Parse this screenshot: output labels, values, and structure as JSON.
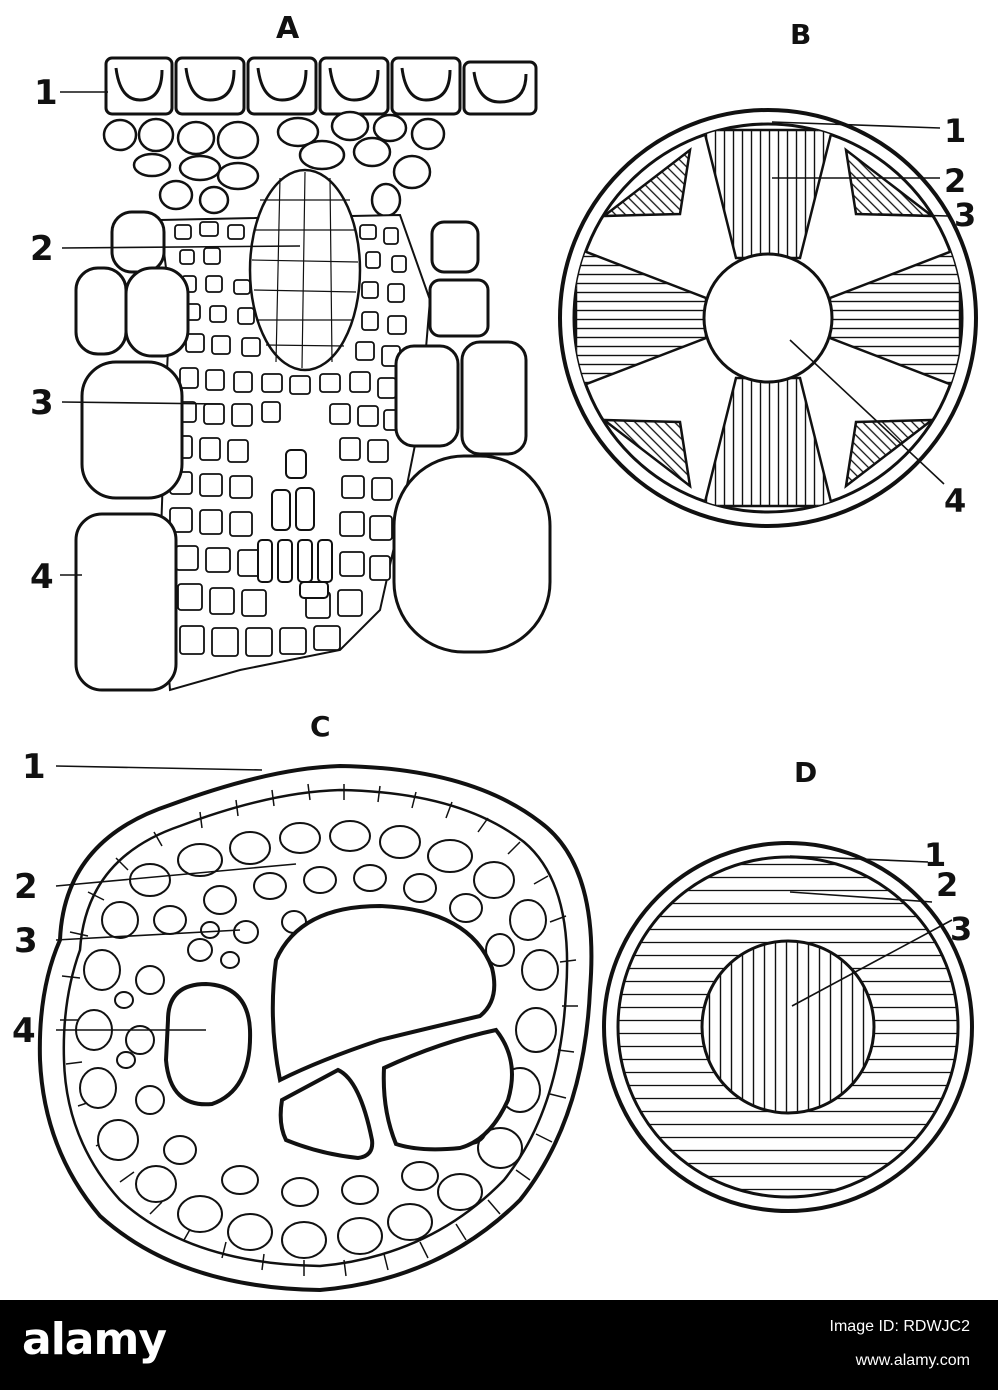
{
  "panels": {
    "A": {
      "letter": "A",
      "labels": [
        "1",
        "2",
        "3",
        "4"
      ]
    },
    "B": {
      "letter": "B",
      "labels": [
        "1",
        "2",
        "3",
        "4"
      ]
    },
    "C": {
      "letter": "C",
      "labels": [
        "1",
        "2",
        "3",
        "4"
      ]
    },
    "D": {
      "letter": "D",
      "labels": [
        "1",
        "2",
        "3"
      ]
    }
  },
  "footer": {
    "logo": "alamy",
    "image_id": "Image ID: RDWJC2",
    "site": "www.alamy.com"
  },
  "colors": {
    "ink": "#111111",
    "paper": "#ffffff",
    "footer_bg": "#000000",
    "footer_text": "#ffffff"
  }
}
